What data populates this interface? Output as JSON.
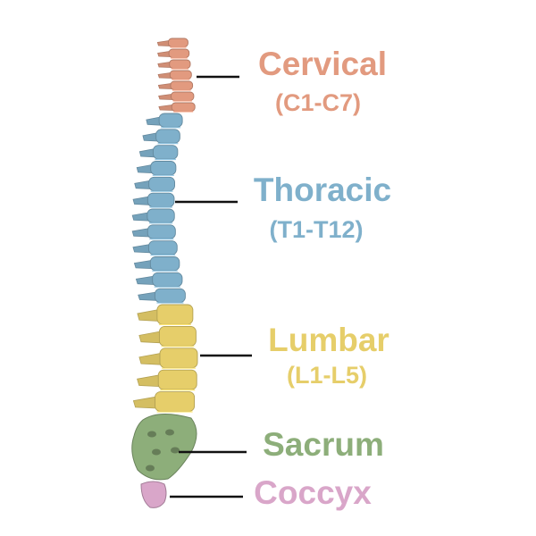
{
  "colors": {
    "cervical": "#E29A7F",
    "thoracic": "#7FB0CB",
    "lumbar": "#E6CE6A",
    "sacrum": "#8DAE7A",
    "coccyx": "#D9A6C9",
    "leader": "#111111"
  },
  "regions": {
    "cervical": {
      "name": "Cervical",
      "range": "(C1-C7)"
    },
    "thoracic": {
      "name": "Thoracic",
      "range": "(T1-T12)"
    },
    "lumbar": {
      "name": "Lumbar",
      "range": "(L1-L5)"
    },
    "sacrum": {
      "name": "Sacrum"
    },
    "coccyx": {
      "name": "Coccyx"
    }
  }
}
